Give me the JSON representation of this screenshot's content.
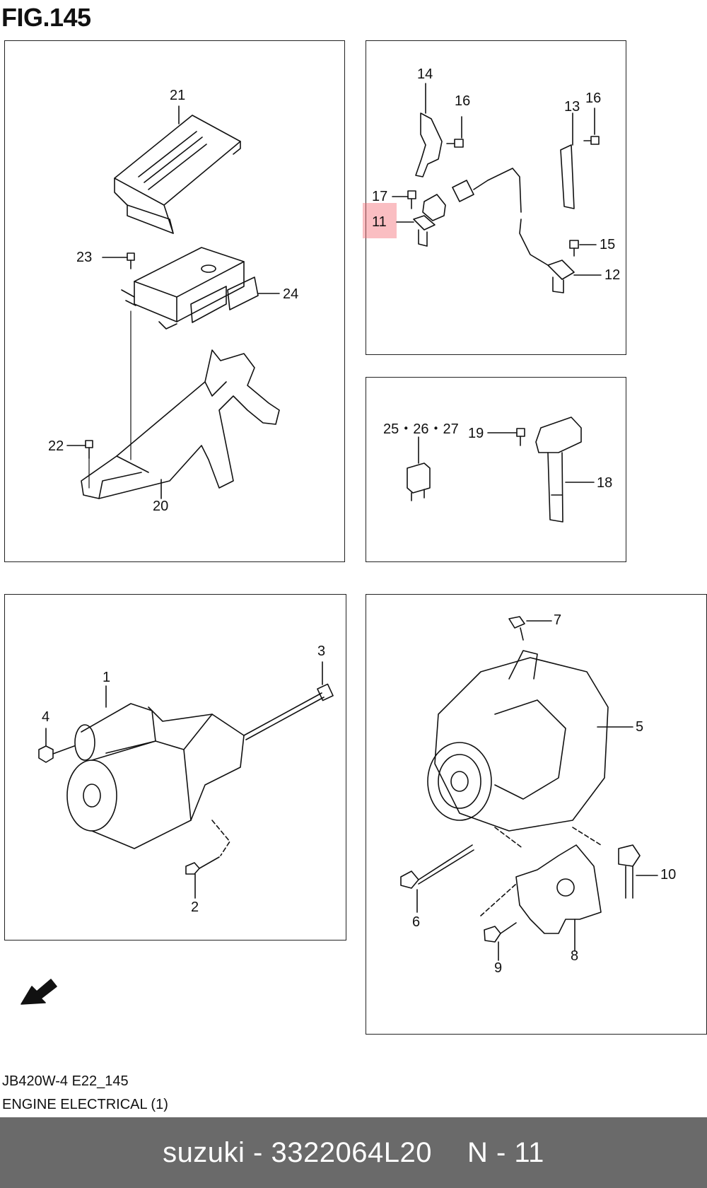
{
  "figure": {
    "title": "FIG.145"
  },
  "callouts": {
    "c1": "1",
    "c2": "2",
    "c3": "3",
    "c4": "4",
    "c5": "5",
    "c6": "6",
    "c7": "7",
    "c8": "8",
    "c9": "9",
    "c10": "10",
    "c11": "11",
    "c12": "12",
    "c13": "13",
    "c14": "14",
    "c15": "15",
    "c16a": "16",
    "c16b": "16",
    "c17": "17",
    "c18": "18",
    "c19": "19",
    "c20": "20",
    "c21": "21",
    "c22": "22",
    "c23": "23",
    "c24": "24",
    "c25_27": "25・26・27"
  },
  "highlighted_part": "11",
  "footer": {
    "code": "JB420W-4 E22_145",
    "section": "ENGINE ELECTRICAL (1)"
  },
  "bottom_bar": {
    "part_number": "suzuki - 3322064L20",
    "position": "N - 11"
  },
  "colors": {
    "highlight": "#f56e78",
    "bar": "#6a6a6a"
  },
  "icons": {
    "fwd": "fwd-arrow-icon"
  }
}
